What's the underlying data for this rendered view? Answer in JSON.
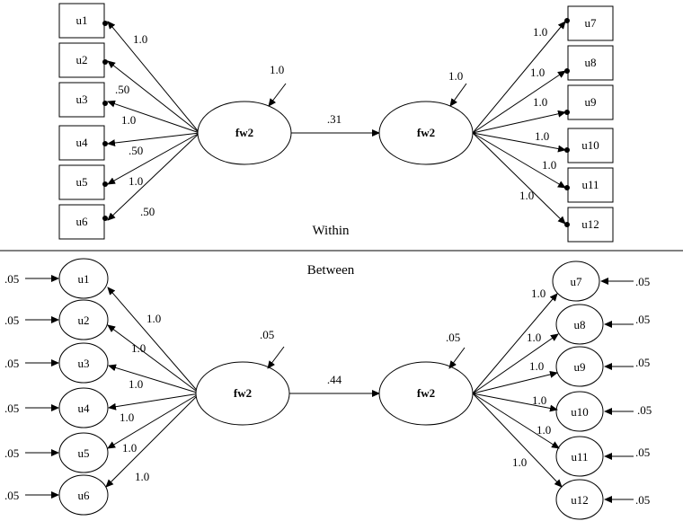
{
  "within": {
    "section_label": "Within",
    "factor_left": {
      "label": "fw2",
      "residual": "1.0"
    },
    "factor_right": {
      "label": "fw2",
      "residual": "1.0"
    },
    "path_coefficient": ".31",
    "left_indicators": [
      {
        "label": "u1",
        "loading": "1.0"
      },
      {
        "label": "u2",
        "loading": ""
      },
      {
        "label": "u3",
        "loading": ".50"
      },
      {
        "label": "u4",
        "loading": "1.0"
      },
      {
        "label": "u5",
        "loading": ".50"
      },
      {
        "label": "u6",
        "loading": "1.0"
      },
      {
        "label": "",
        "loading": ".50"
      }
    ],
    "right_indicators": [
      {
        "label": "u7",
        "loading": "1.0"
      },
      {
        "label": "u8",
        "loading": "1.0"
      },
      {
        "label": "u9",
        "loading": "1.0"
      },
      {
        "label": "u10",
        "loading": "1.0"
      },
      {
        "label": "u11",
        "loading": "1.0"
      },
      {
        "label": "u12",
        "loading": "1.0"
      }
    ]
  },
  "between": {
    "section_label": "Between",
    "factor_left": {
      "label": "fw2",
      "residual": ".05"
    },
    "factor_right": {
      "label": "fw2",
      "residual": ".05"
    },
    "path_coefficient": ".44",
    "left_indicators": [
      {
        "label": "u1",
        "loading": "1.0",
        "residual": ".05"
      },
      {
        "label": "u2",
        "loading": "1.0",
        "residual": ".05"
      },
      {
        "label": "u3",
        "loading": "1.0",
        "residual": ".05"
      },
      {
        "label": "u4",
        "loading": "1.0",
        "residual": ".05"
      },
      {
        "label": "u5",
        "loading": "1.0",
        "residual": ".05"
      },
      {
        "label": "u6",
        "loading": "1.0",
        "residual": ".05"
      }
    ],
    "right_indicators": [
      {
        "label": "u7",
        "loading": "1.0",
        "residual": ".05"
      },
      {
        "label": "u8",
        "loading": "1.0",
        "residual": ".05"
      },
      {
        "label": "u9",
        "loading": "1.0",
        "residual": ".05"
      },
      {
        "label": "u10",
        "loading": "1.0",
        "residual": ".05"
      },
      {
        "label": "u11",
        "loading": "1.0",
        "residual": ".05"
      },
      {
        "label": "u12",
        "loading": "1.0",
        "residual": ".05"
      }
    ]
  }
}
